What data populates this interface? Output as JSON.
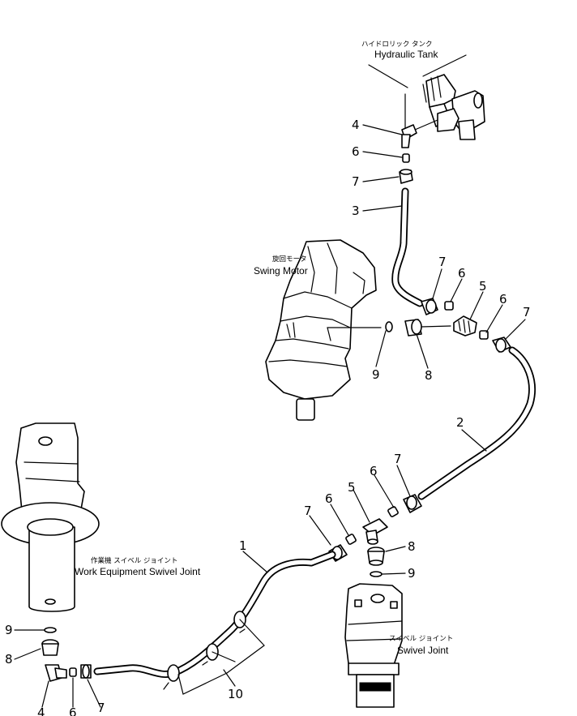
{
  "components": {
    "hydraulic_tank": {
      "jp": "ハイドロリック タンク",
      "en": "Hydraulic Tank"
    },
    "swing_motor": {
      "jp": "旋回モータ",
      "en": "Swing Motor"
    },
    "work_equipment_swivel_joint": {
      "jp": "作業機 スイベル ジョイント",
      "en": "Work Equipment Swivel Joint"
    },
    "swivel_joint": {
      "jp": "スイベル ジョイント",
      "en": "Swivel Joint"
    }
  },
  "callouts": {
    "tank_elbow": "4",
    "tank_oring": "6",
    "tank_nut": "7",
    "tube_3": "3",
    "sm_nut_a": "7",
    "sm_oring_a": "6",
    "sm_tee": "5",
    "sm_oring_b": "6",
    "sm_nut_b": "7",
    "sm_oring_9": "9",
    "sm_connector_8": "8",
    "tube_2": "2",
    "mid_nut_a": "7",
    "mid_oring_a": "6",
    "mid_tee": "5",
    "mid_oring_b": "6",
    "mid_nut_b": "7",
    "sj_connector_8": "8",
    "sj_oring_9": "9",
    "tube_1": "1",
    "we_oring_9": "9",
    "we_connector_8": "8",
    "we_elbow": "4",
    "we_oring_6": "6",
    "we_nut_7": "7",
    "clamp_10": "10"
  }
}
